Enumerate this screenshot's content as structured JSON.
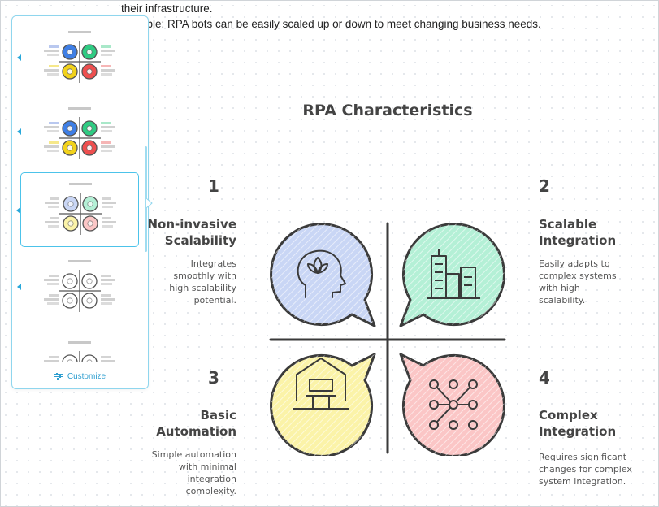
{
  "document": {
    "line1": "their infrastructure.",
    "line2": "able: RPA bots can be easily scaled up or down to meet changing business needs."
  },
  "sidebar": {
    "customize_label": "Customize",
    "thumbnails": [
      {
        "variant": "color",
        "selected": false
      },
      {
        "variant": "color",
        "selected": false
      },
      {
        "variant": "pastel",
        "selected": true
      },
      {
        "variant": "gray",
        "selected": false
      },
      {
        "variant": "gray",
        "selected": false
      }
    ]
  },
  "diagram": {
    "title": "RPA Characteristics",
    "quadrants": [
      {
        "number": "1",
        "heading_line1": "Non-invasive",
        "heading_line2": "Scalability",
        "desc": [
          "Integrates",
          "smoothly with",
          "high scalability",
          "potential."
        ],
        "color": "#c9d6f5",
        "icon": "head-lotus-icon"
      },
      {
        "number": "2",
        "heading_line1": "Scalable",
        "heading_line2": "Integration",
        "desc": [
          "Easily adapts to",
          "complex systems",
          "with high",
          "scalability."
        ],
        "color": "#b4f0d6",
        "icon": "buildings-icon"
      },
      {
        "number": "3",
        "heading_line1": "Basic",
        "heading_line2": "Automation",
        "desc": [
          "Simple automation",
          "with minimal",
          "integration",
          "complexity."
        ],
        "color": "#fbf3a8",
        "icon": "house-workstation-icon"
      },
      {
        "number": "4",
        "heading_line1": "Complex",
        "heading_line2": "Integration",
        "desc": [
          "Requires significant",
          "changes for complex",
          "system integration."
        ],
        "color": "#fbc6c6",
        "icon": "network-nodes-icon"
      }
    ]
  }
}
